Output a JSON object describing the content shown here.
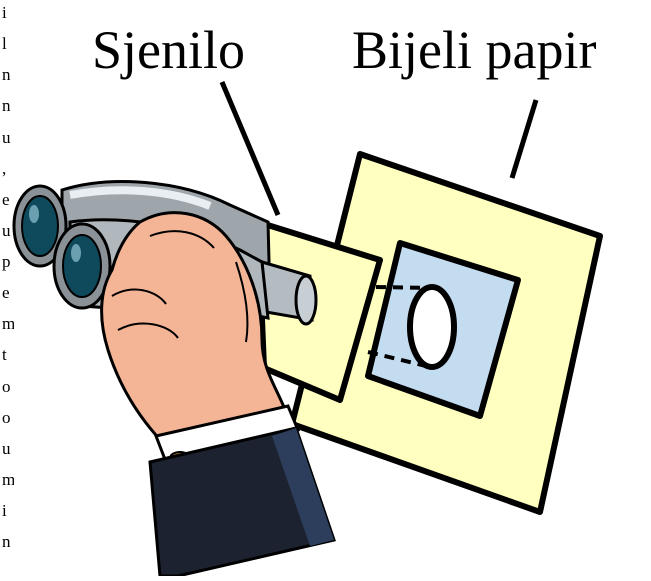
{
  "labels": {
    "shade": "Sjenilo",
    "paper": "Bijeli papir"
  },
  "edge_text": [
    "i",
    "l",
    "n",
    "n",
    "u",
    ",",
    "e",
    "u",
    "p",
    "e",
    "m",
    "t",
    "o",
    "o",
    "u",
    "m",
    "i",
    "n"
  ],
  "colors": {
    "paper_fill": "#ffffc0",
    "image_fill": "#c4dcf0",
    "skin": "#f4b496",
    "sleeve": "#1c2230",
    "outline": "#000000"
  }
}
